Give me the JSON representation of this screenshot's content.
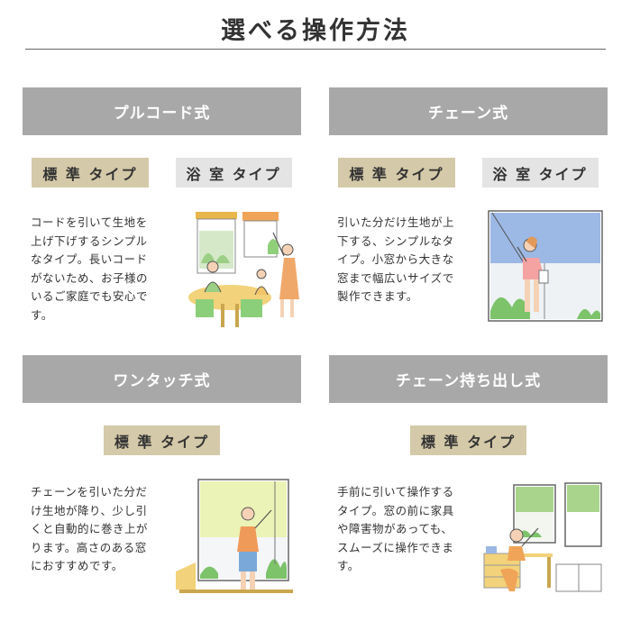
{
  "page": {
    "title": "選べる操作方法"
  },
  "panels": [
    {
      "title": "プルコード式",
      "badges": [
        "標 準 タイプ",
        "浴 室 タイプ"
      ],
      "description": [
        "コードを引いて生地を",
        "上げ下げするシンプル",
        "なタイプ。長いコード",
        "がないため、お子様の",
        "いるご家庭でも安心で",
        "す。"
      ]
    },
    {
      "title": "チェーン式",
      "badges": [
        "標 準 タイプ",
        "浴 室 タイプ"
      ],
      "description": [
        "引いた分だけ生地が上",
        "下する、シンプルなタ",
        "イプ。小窓から大きな",
        "窓まで幅広いサイズで",
        "製作できます。"
      ]
    },
    {
      "title": "ワンタッチ式",
      "badges": [
        "標 準 タイプ"
      ],
      "description": [
        "チェーンを引いた分だ",
        "け生地が降り、少し引",
        "くと自動的に巻き上が",
        "ります。高さのある窓",
        "におすすめです。"
      ]
    },
    {
      "title": "チェーン持ち出し式",
      "badges": [
        "標 準 タイプ"
      ],
      "description": [
        "手前に引いて操作する",
        "タイプ。窓の前に家具",
        "や障害物があっても、",
        "スムーズに操作できま",
        "す。"
      ]
    }
  ],
  "colors": {
    "header": "#a8a8a8",
    "standard_badge": "#d4c9a8",
    "bath_badge": "#e4e4e4",
    "text": "#333333"
  },
  "icons": [
    "dining-family-illustration",
    "woman-chain-window-illustration",
    "woman-one-touch-window-illustration",
    "child-desk-window-illustration"
  ]
}
